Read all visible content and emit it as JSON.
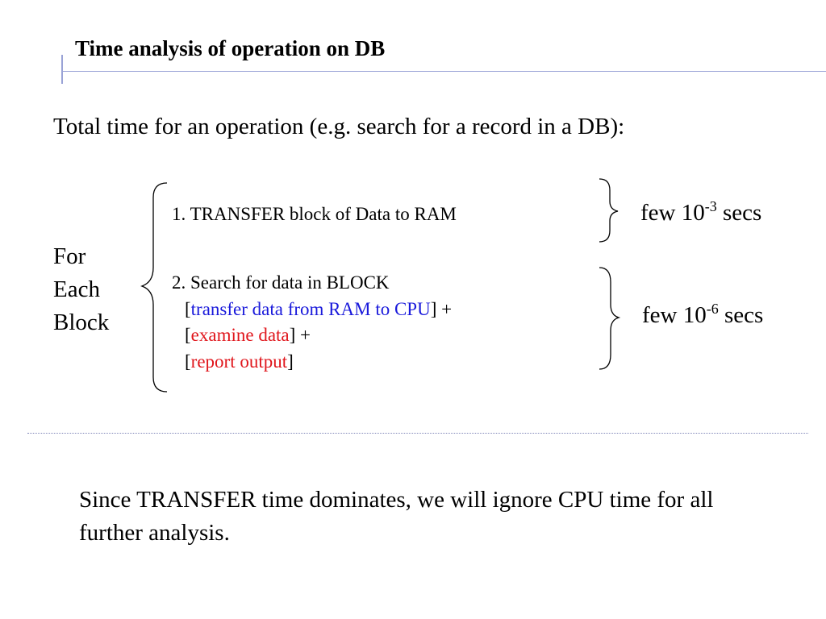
{
  "slide": {
    "title": "Time analysis of operation on DB",
    "intro": "Total time for an operation (e.g. search for a record in a DB):",
    "loop_label": [
      "For",
      "Each",
      "Block"
    ],
    "step1": "1. TRANSFER block of Data to RAM",
    "step2": {
      "heading": "2. Search for data in BLOCK",
      "items": [
        {
          "open": "[",
          "text": "transfer data from RAM to CPU",
          "close": "] +",
          "color": "#1a1adb"
        },
        {
          "open": "[",
          "text": "examine data",
          "close": "] +",
          "color": "#e0161c"
        },
        {
          "open": "[",
          "text": "report output",
          "close": "]",
          "color": "#e0161c"
        }
      ]
    },
    "time1": {
      "prefix": "few 10",
      "exponent": "-3",
      "suffix": " secs"
    },
    "time2": {
      "prefix": "few 10",
      "exponent": "-6",
      "suffix": " secs"
    },
    "conclusion": "Since TRANSFER time dominates, we will ignore CPU time for all further analysis."
  }
}
